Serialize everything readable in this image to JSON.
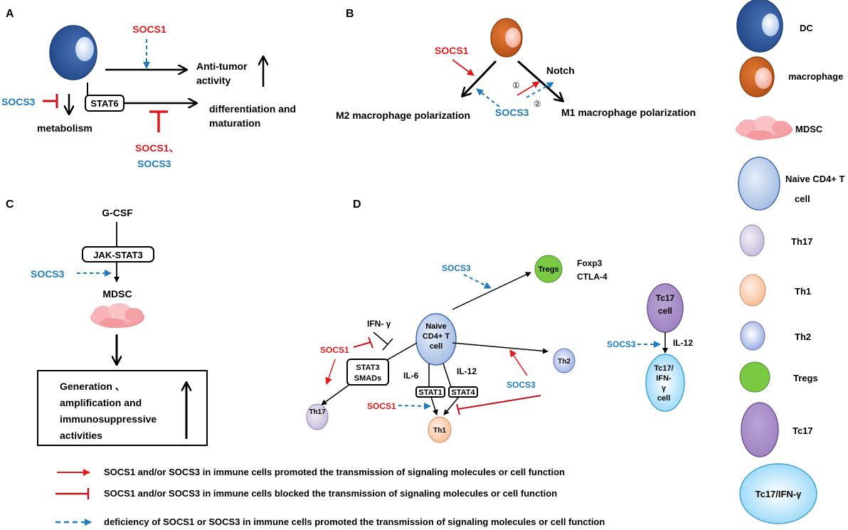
{
  "colors": {
    "red": "#e31a1c",
    "darkred": "#c0141a",
    "blue": "#1f7ac4",
    "black": "#000000",
    "dc": "#2e5597",
    "macrophage": "#c8581c",
    "mdsc": "#f7a5a8",
    "naive": "#a9c0e3",
    "th17": "#c9bfdc",
    "th1": "#f6c5a3",
    "th2": "#b3c2ea",
    "tregs": "#7ac943",
    "tc17": "#a68cc4",
    "tc17ifn": "#9fdcf7"
  },
  "panels": {
    "a": {
      "letter": "A",
      "socs1_top": "SOCS1",
      "anti_tumor_1": "Anti-tumor",
      "anti_tumor_2": "activity",
      "socs3_left": "SOCS3",
      "stat6": "STAT6",
      "metabolism": "metabolism",
      "diff_1": "differentiation and",
      "diff_2": "maturation",
      "socs1_bottom": "SOCS1、",
      "socs3_bottom": "SOCS3"
    },
    "b": {
      "letter": "B",
      "socs1": "SOCS1",
      "notch": "Notch",
      "circle_1": "①",
      "circle_2": "②",
      "socs3": "SOCS3",
      "m2": "M2 macrophage polarization",
      "m1": "M1 macrophage polarization"
    },
    "c": {
      "letter": "C",
      "gcsf": "G-CSF",
      "jak": "JAK-STAT3",
      "socs3": "SOCS3",
      "mdsc": "MDSC",
      "gen_1": "Generation 、",
      "gen_2": "amplification and",
      "gen_3": "immunosuppressive",
      "gen_4": "activities"
    },
    "d": {
      "letter": "D",
      "socs3_tregs": "SOCS3",
      "tregs": "Tregs",
      "foxp3": "Foxp3",
      "ctla4": "CTLA-4",
      "ifn": "IFN- γ",
      "naive_1": "Naive",
      "naive_2": "CD4+ T",
      "naive_3": "cell",
      "socs1_left": "SOCS1",
      "stat3_1": "STAT3",
      "stat3_2": "SMADs",
      "il6": "IL-6",
      "il12": "IL-12",
      "stat1": "STAT1",
      "stat4": "STAT4",
      "th2": "Th2",
      "socs3_right": "SOCS3",
      "th17": "Th17",
      "socs1_bottom": "SOCS1",
      "th1": "Th1",
      "tc17_1": "Tc17",
      "tc17_2": "cell",
      "socs3_tc": "SOCS3",
      "il12_tc": "IL-12",
      "tcifn_1": "Tc17/",
      "tcifn_2": "IFN-",
      "tcifn_3": "γ",
      "tcifn_4": "cell"
    }
  },
  "key": {
    "promoted": "SOCS1 and/or SOCS3 in immune cells promoted the transmission of signaling molecules or cell function",
    "blocked": "SOCS1 and/or SOCS3 in immune cells blocked the transmission of signaling molecules or cell function",
    "deficiency": "deficiency of SOCS1 or SOCS3 in immune cells promoted the transmission of signaling molecules or cell function"
  },
  "legend": {
    "dc": "DC",
    "macrophage": "macrophage",
    "mdsc": "MDSC",
    "naive_1": "Naive CD4+ T",
    "naive_2": "cell",
    "th17": "Th17",
    "th1": "Th1",
    "th2": "Th2",
    "tregs": "Tregs",
    "tc17": "Tc17",
    "tc17ifn": "Tc17/IFN-γ"
  }
}
